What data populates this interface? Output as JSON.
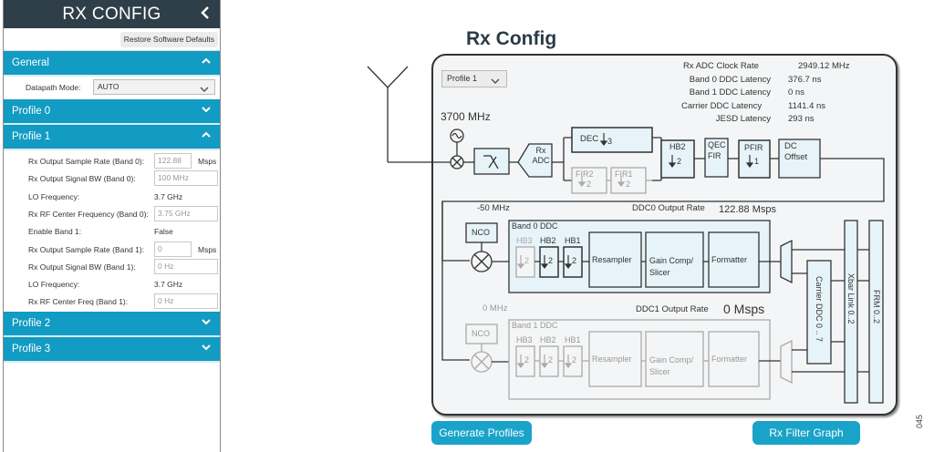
{
  "panel": {
    "title": "RX CONFIG",
    "collapse_icon": "chevron-left-icon",
    "restore_label": "Restore Software Defaults",
    "sections": [
      {
        "label": "General",
        "state": "expanded"
      },
      {
        "label": "Profile 0",
        "state": "collapsed"
      },
      {
        "label": "Profile 1",
        "state": "expanded"
      },
      {
        "label": "Profile 2",
        "state": "collapsed"
      },
      {
        "label": "Profile 3",
        "state": "collapsed"
      }
    ],
    "general": {
      "datapath_label": "Datapath Mode:",
      "datapath_value": "AUTO"
    },
    "profile1": {
      "rows": [
        {
          "label": "Rx Output Sample Rate (Band 0):",
          "value": "122.88",
          "type": "input",
          "unit": "Msps"
        },
        {
          "label": "Rx Output Signal BW (Band 0):",
          "value": "100 MHz",
          "type": "input-wide",
          "unit": ""
        },
        {
          "label": "LO Frequency:",
          "value": "3.7 GHz",
          "type": "text",
          "unit": ""
        },
        {
          "label": "Rx RF Center Frequency (Band 0):",
          "value": "3.75 GHz",
          "type": "input-wide",
          "unit": ""
        },
        {
          "label": "Enable Band 1:",
          "value": "False",
          "type": "text",
          "unit": ""
        },
        {
          "label": "Rx Output Sample Rate (Band 1):",
          "value": "0",
          "type": "input",
          "unit": "Msps"
        },
        {
          "label": "Rx Output Signal BW (Band 1):",
          "value": "0 Hz",
          "type": "input-wide",
          "unit": ""
        },
        {
          "label": "LO Frequency:",
          "value": "3.7 GHz",
          "type": "text",
          "unit": ""
        },
        {
          "label": "Rx RF Center Freq (Band 1):",
          "value": "0 Hz",
          "type": "input-wide",
          "unit": ""
        }
      ]
    }
  },
  "diagram": {
    "title": "Rx Config",
    "profile_select": "Profile 1",
    "stats": [
      {
        "label": "Rx ADC Clock Rate",
        "value": "2949.12 MHz"
      },
      {
        "label": "Band 0 DDC Latency",
        "value": "376.7 ns"
      },
      {
        "label": "Band 1 DDC Latency",
        "value": "0 ns"
      },
      {
        "label": "Carrier DDC Latency",
        "value": "1141.4 ns"
      },
      {
        "label": "JESD Latency",
        "value": "293 ns"
      }
    ],
    "lo_freq": "3700 MHz",
    "blocks": {
      "rx_adc": [
        "Rx",
        "ADC"
      ],
      "dec": "DEC",
      "dec_factor": "3",
      "fir2": "FIR2",
      "fir1": "FIR1",
      "fir_factor": "2",
      "hb2": "HB2",
      "hb2_factor": "2",
      "qec": [
        "QEC",
        "FIR"
      ],
      "pfir": "PFIR",
      "pfir_factor": "1",
      "dc_offset": [
        "DC",
        "Offset"
      ]
    },
    "band0": {
      "nco_freq": "-50 MHz",
      "nco": "NCO",
      "title": "Band 0 DDC",
      "output_rate_label": "DDC0 Output Rate",
      "output_rate_value": "122.88 Msps",
      "hb": [
        "HB3",
        "HB2",
        "HB1"
      ],
      "hb_factor": "2",
      "resampler": "Resampler",
      "gain": [
        "Gain Comp/",
        "Slicer"
      ],
      "formatter": "Formatter"
    },
    "band1": {
      "nco_freq": "0 MHz",
      "nco": "NCO",
      "title": "Band 1 DDC",
      "output_rate_label": "DDC1 Output Rate",
      "output_rate_value": "0 Msps",
      "hb": [
        "HB3",
        "HB2",
        "HB1"
      ],
      "hb_factor": "2",
      "resampler": "Resampler",
      "gain": [
        "Gain Comp/",
        "Slicer"
      ],
      "formatter": "Formatter"
    },
    "carrier_ddc": "Carrier DDC 0 .. 7",
    "xbar": "Xbar Link 0..2",
    "frm": "FRM 0..2",
    "buttons": {
      "generate": "Generate Profiles",
      "filter_graph": "Rx Filter Graph"
    },
    "figure_number": "045"
  },
  "colors": {
    "header_dark": "#2f3f4a",
    "section_teal": "#129bc3",
    "button_teal": "#1aa3c9",
    "block_fill": "#e6f3f8",
    "disabled_gray": "#aaaaaa"
  }
}
